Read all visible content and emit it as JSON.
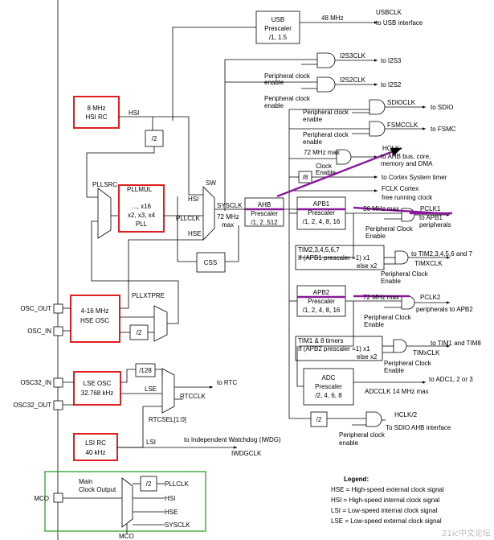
{
  "colors": {
    "red": "#e02020",
    "green": "#1a9a1a",
    "purple": "#8a1a9a",
    "stroke": "#000000"
  },
  "pins": {
    "osc_out": "OSC_OUT",
    "osc_in": "OSC_IN",
    "osc32_in": "OSC32_IN",
    "osc32_out": "OSC32_OUT",
    "mco": "MCO",
    "mco_bottom": "MCO"
  },
  "usb": {
    "title1": "USB",
    "title2": "Prescaler",
    "title3": "/1, 1.5",
    "freq": "48 MHz",
    "out1": "USBCLK",
    "out2": "to USB interface"
  },
  "hsi_rc": {
    "line1": "8 MHz",
    "line2": "HSI RC"
  },
  "hse_osc": {
    "line1": "4-16 MHz",
    "line2": "HSE OSC"
  },
  "lse_osc": {
    "line1": "LSE OSC",
    "line2": "32.768 kHz"
  },
  "lsi_rc": {
    "line1": "LSI RC",
    "line2": "40 kHz"
  },
  "pll": {
    "pllsrc": "PLLSRC",
    "pllmul": "PLLMUL",
    "l1": "..., x16",
    "l2": "x2, x3, x4",
    "l3": "PLL",
    "pllclk": "PLLCLK",
    "hsi": "HSI",
    "hse": "HSE",
    "div2": "/2",
    "pllxtpre": "PLLXTPRE",
    "div2b": "/2"
  },
  "sys": {
    "sw": "SW",
    "sysclk": "SYSCLK",
    "max1": "72 MHz",
    "max2": "max",
    "css": "CSS"
  },
  "ahb": {
    "t1": "AHB",
    "t2": "Prescaler",
    "t3": "/1, 2..512"
  },
  "i2s": {
    "i2s3clk": "I2S3CLK",
    "to_i2s3": "to I2S3",
    "pce1a": "Peripheral clock",
    "pce1b": "enable",
    "i2s2clk": "I2S2CLK",
    "to_i2s2": "to I2S2",
    "pce2a": "Peripheral clock",
    "pce2b": "enable"
  },
  "sdio": {
    "sdioclk": "SDIOCLK",
    "to": "to SDIO",
    "pcea": "Peripheral clock",
    "pceb": "enable"
  },
  "fsmc": {
    "fsmcclk": "FSMCCLK",
    "to": "to FSMC",
    "pcea": "Peripheral clock",
    "pceb": "enable"
  },
  "hclk": {
    "max": "72 MHz max",
    "hclk": "HCLK",
    "d1": "to AHB bus, core,",
    "d2": "memory and DMA",
    "ce1": "Clock",
    "ce2": "Enable",
    "div8": "/8",
    "cortex": "to Cortex System timer",
    "fclk1": "FCLK Cortex",
    "fclk2": "free running clock"
  },
  "apb1": {
    "t1": "APB1",
    "t2": "Prescaler",
    "t3": "/1, 2, 4, 8, 16",
    "max": "36 MHz max",
    "pclk": "PCLK1",
    "to1": "to APB1",
    "to2": "peripherals",
    "pce1": "Peripheral Clock",
    "pce2": "Enable"
  },
  "tim2": {
    "l1": "TIM2,3,4,5,6,7",
    "l2": "If (APB1 prescaler =1) x1",
    "l3": "else x2",
    "to": "to TIM2,3,4,5,6 and 7",
    "clk": "TIMXCLK",
    "pce1": "Peripheral Clock",
    "pce2": "Enable"
  },
  "apb2": {
    "t1": "APB2",
    "t2": "Prescaler",
    "t3": "/1, 2, 4, 8, 16",
    "max": "72 MHz max",
    "pclk": "PCLK2",
    "to": "peripherals to APB2",
    "pce1": "Peripheral Clock",
    "pce2": "Enable"
  },
  "tim1": {
    "l1": "TIM1 & 8 timers",
    "l2": "If (APB2 prescaler =1) x1",
    "l3": "else x2",
    "to": "to TIM1 and TIM8",
    "clk": "TIMxCLK",
    "pce1": "Peripheral Clock",
    "pce2": "Enable"
  },
  "adc": {
    "t1": "ADC",
    "t2": "Prescaler",
    "t3": "/2, 4, 6, 8",
    "to": "to ADC1, 2 or 3",
    "clk": "ADCCLK 14 MHz max"
  },
  "sdio_ahb": {
    "div2": "/2",
    "hclk2": "HCLK/2",
    "to": "To SDIO AHB interface",
    "pce1": "Peripheral clock",
    "pce2": "enable"
  },
  "rtc": {
    "div128": "/128",
    "lse": "LSE",
    "to": "to RTC",
    "rtcclk": "RTCCLK",
    "rtcsel": "RTCSEL[1:0]"
  },
  "iwdg": {
    "lsi": "LSI",
    "to": "to Independent Watchdog (IWDG)",
    "clk": "IWDGCLK"
  },
  "mco_box": {
    "t1": "Main",
    "t2": "Clock Output",
    "div2": "/2",
    "pllclk": "PLLCLK",
    "hsi": "HSI",
    "hse": "HSE",
    "sysclk": "SYSCLK"
  },
  "legend": {
    "title": "Legend:",
    "l1": "HSE = High-speed external clock signal",
    "l2": "HSI = High-speed internal clock signal",
    "l3": "LSI = Low-speed internal clock signal",
    "l4": "LSE = Low-speed external clock signal"
  },
  "watermark": "21ic中文论坛"
}
